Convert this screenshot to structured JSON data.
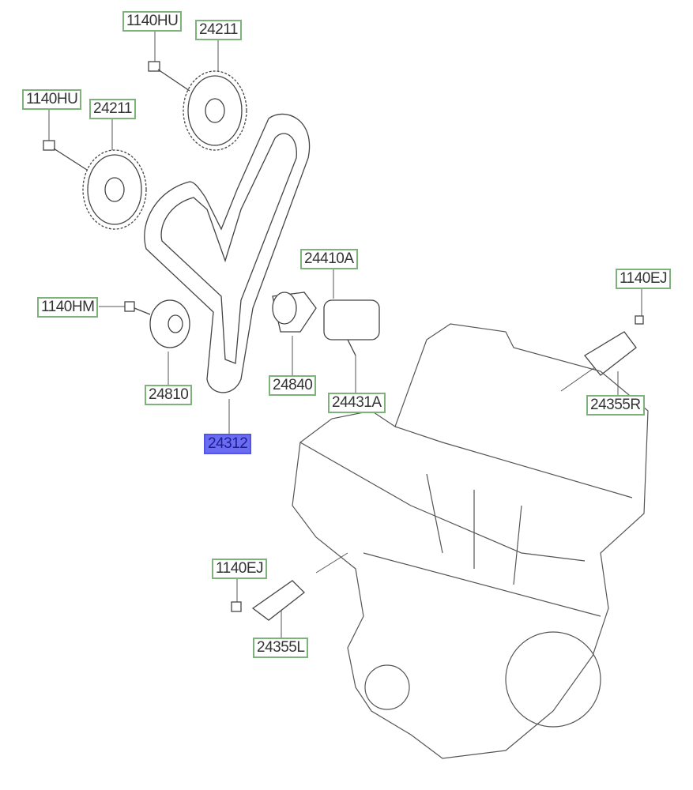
{
  "labels": {
    "bolt_top": "1140HU",
    "sprocket_top": "24211",
    "bolt_left": "1140HU",
    "sprocket_left": "24211",
    "tensioner_arm": "24410A",
    "bolt_right_ej": "1140EJ",
    "bolt_hm": "1140HM",
    "tensioner_pulley": "24840",
    "idler": "24810",
    "tensioner_bolt": "24431A",
    "solenoid_right": "24355R",
    "timing_belt": "24312",
    "bolt_left_ej": "1140EJ",
    "solenoid_left": "24355L"
  },
  "selected_part": "24312",
  "colors": {
    "label_border": "#7fb27a",
    "highlight": "#6b6cf5"
  }
}
